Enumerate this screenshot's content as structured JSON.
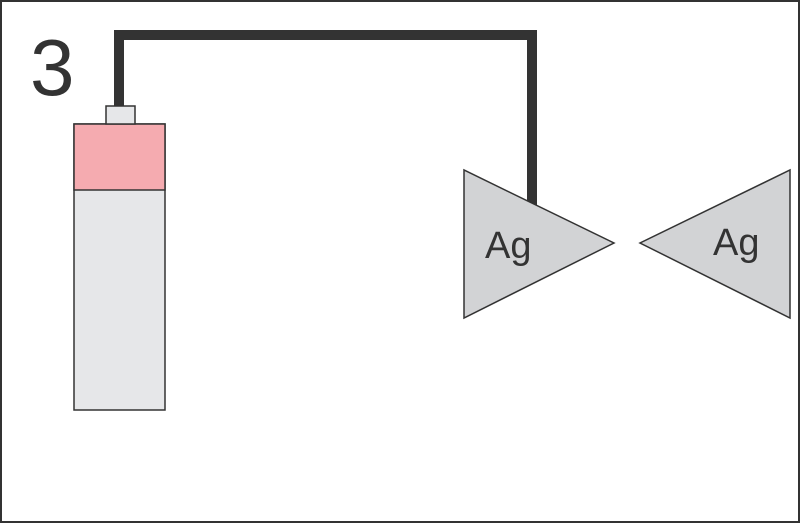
{
  "step_number": "3",
  "electrodes": [
    {
      "label": "Ag"
    },
    {
      "label": "Ag"
    }
  ],
  "colors": {
    "frame": "#333333",
    "wire": "#333333",
    "battery_body": "#e6e7e9",
    "battery_positive_cap": "#f5abb0",
    "battery_terminal": "#e6e7e9",
    "electrode_fill": "#d2d3d5",
    "electrode_stroke": "#333333",
    "text": "#333333"
  }
}
